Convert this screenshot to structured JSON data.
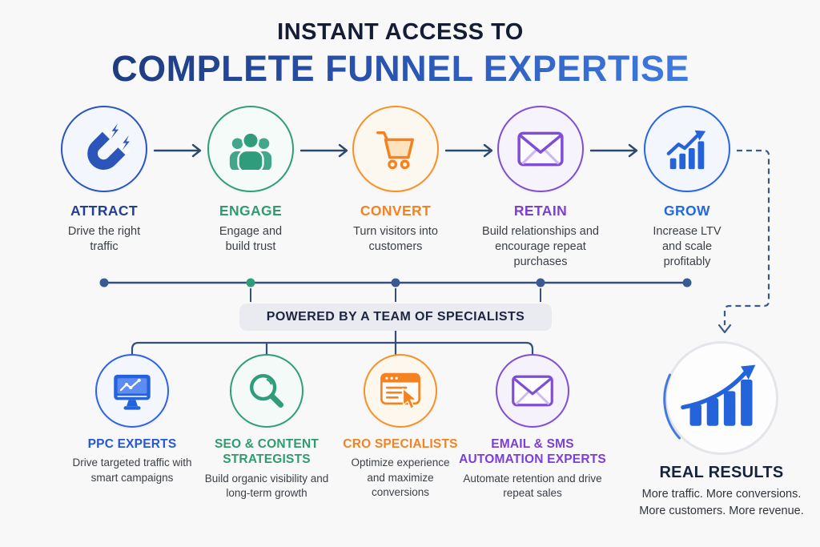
{
  "title": {
    "line1": "INSTANT ACCESS TO",
    "line2": "COMPLETE FUNNEL EXPERTISE"
  },
  "funnel": {
    "stages": [
      {
        "label": "ATTRACT",
        "description": "Drive the right traffic",
        "color": "#2b55b8",
        "icon": "magnet-icon"
      },
      {
        "label": "ENGAGE",
        "description": "Engage and build trust",
        "color": "#2f9d7c",
        "icon": "people-icon"
      },
      {
        "label": "CONVERT",
        "description": "Turn visitors into customers",
        "color": "#f58220",
        "icon": "shopping-cart-icon"
      },
      {
        "label": "RETAIN",
        "description": "Build relationships and encourage repeat purchases",
        "color": "#7e4fd2",
        "icon": "envelope-icon"
      },
      {
        "label": "GROW",
        "description": "Increase LTV and scale profitably",
        "color": "#2468e0",
        "icon": "growth-chart-icon"
      }
    ]
  },
  "powered_by": {
    "label": "POWERED BY A TEAM OF SPECIALISTS"
  },
  "specialists": [
    {
      "label": "PPC EXPERTS",
      "description": "Drive targeted traffic with smart campaigns",
      "color": "#2456e0",
      "icon": "monitor-chart-icon"
    },
    {
      "label": "SEO & CONTENT STRATEGISTS",
      "description": "Build organic visibility and long-term growth",
      "color": "#2f9d7c",
      "icon": "magnifier-icon"
    },
    {
      "label": "CRO SPECIALISTS",
      "description": "Optimize experience and maximize conversions",
      "color": "#f58220",
      "icon": "browser-cursor-icon"
    },
    {
      "label": "EMAIL & SMS AUTOMATION EXPERTS",
      "description": "Automate retention and drive repeat sales",
      "color": "#7c3fd4",
      "icon": "envelope-icon"
    }
  ],
  "results": {
    "label": "REAL RESULTS",
    "description_line1": "More traffic. More conversions.",
    "description_line2": "More customers. More revenue.",
    "color": "#2563db",
    "icon": "bar-growth-icon"
  },
  "colors": {
    "connector_navy": "#33507d",
    "headline_navy": "#141d36",
    "headline_gradient_start": "#1d3a7c",
    "headline_gradient_end": "#3f7de2",
    "body_text": "#3b4046",
    "powered_pill_bg": "#e9ebf1",
    "results_ring_gray": "#e2e5ea",
    "results_ring_blue": "#4679e0"
  }
}
